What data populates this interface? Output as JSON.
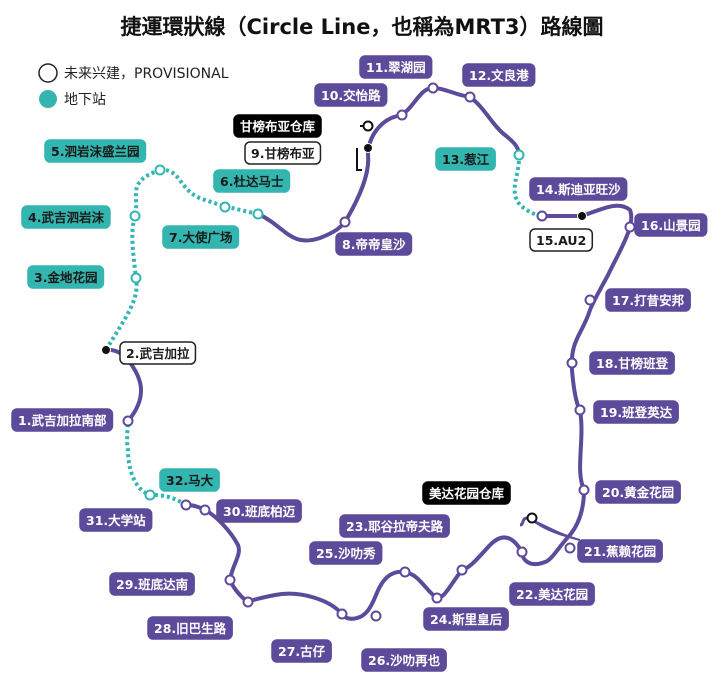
{
  "title": "捷運環狀線（Circle Line，也稱為MRT3）路線圖",
  "legend": [
    {
      "label": "未来兴建，PROVISIONAL",
      "type": "provisional",
      "color": "#ffffff"
    },
    {
      "label": "地下站",
      "type": "underground",
      "color": "#33b5b0"
    }
  ],
  "colors": {
    "line": "#5b4b9a",
    "underground": "#33b5b0",
    "provisional_fill": "#ffffff",
    "depot_fill": "#000000",
    "station_fill": "#ffffff"
  },
  "stations": [
    {
      "id": "s1",
      "label": "1.武吉加拉南部",
      "type": "elevated"
    },
    {
      "id": "s2",
      "label": "2.武吉加拉",
      "type": "provisional"
    },
    {
      "id": "s3",
      "label": "3.金地花园",
      "type": "underground"
    },
    {
      "id": "s4",
      "label": "4.武吉泗岩沫",
      "type": "underground"
    },
    {
      "id": "s5",
      "label": "5.泗岩沫盛兰园",
      "type": "underground"
    },
    {
      "id": "s6",
      "label": "6.杜达马士",
      "type": "underground"
    },
    {
      "id": "s7",
      "label": "7.大使广场",
      "type": "underground"
    },
    {
      "id": "s8",
      "label": "8.帝帝皇沙",
      "type": "elevated"
    },
    {
      "id": "s9",
      "label": "9.甘榜布亚",
      "type": "provisional"
    },
    {
      "id": "s10",
      "label": "10.交怡路",
      "type": "elevated"
    },
    {
      "id": "s11",
      "label": "11.翠湖园",
      "type": "elevated"
    },
    {
      "id": "s12",
      "label": "12.文良港",
      "type": "elevated"
    },
    {
      "id": "s13",
      "label": "13.惹江",
      "type": "underground"
    },
    {
      "id": "s14",
      "label": "14.斯迪亚旺沙",
      "type": "elevated"
    },
    {
      "id": "s15",
      "label": "15.AU2",
      "type": "provisional"
    },
    {
      "id": "s16",
      "label": "16.山景园",
      "type": "elevated"
    },
    {
      "id": "s17",
      "label": "17.打昔安邦",
      "type": "elevated"
    },
    {
      "id": "s18",
      "label": "18.甘榜班登",
      "type": "elevated"
    },
    {
      "id": "s19",
      "label": "19.班登英达",
      "type": "elevated"
    },
    {
      "id": "s20",
      "label": "20.黄金花园",
      "type": "elevated"
    },
    {
      "id": "s21",
      "label": "21.蕉赖花园",
      "type": "elevated"
    },
    {
      "id": "s22",
      "label": "22.美达花园",
      "type": "elevated"
    },
    {
      "id": "s23",
      "label": "23.耶谷拉帝夫路",
      "type": "elevated"
    },
    {
      "id": "s24",
      "label": "24.斯里皇后",
      "type": "elevated"
    },
    {
      "id": "s25",
      "label": "25.沙叻秀",
      "type": "elevated"
    },
    {
      "id": "s26",
      "label": "26.沙叻再也",
      "type": "elevated"
    },
    {
      "id": "s27",
      "label": "27.古仔",
      "type": "elevated"
    },
    {
      "id": "s28",
      "label": "28.旧巴生路",
      "type": "elevated"
    },
    {
      "id": "s29",
      "label": "29.班底达南",
      "type": "elevated"
    },
    {
      "id": "s30",
      "label": "30.班底柏迈",
      "type": "elevated"
    },
    {
      "id": "s31",
      "label": "31.大学站",
      "type": "elevated"
    },
    {
      "id": "s32",
      "label": "32.马大",
      "type": "underground"
    }
  ],
  "depots": [
    {
      "id": "d1",
      "label": "甘榜布亚仓库"
    },
    {
      "id": "d2",
      "label": "美达花园仓库"
    }
  ]
}
